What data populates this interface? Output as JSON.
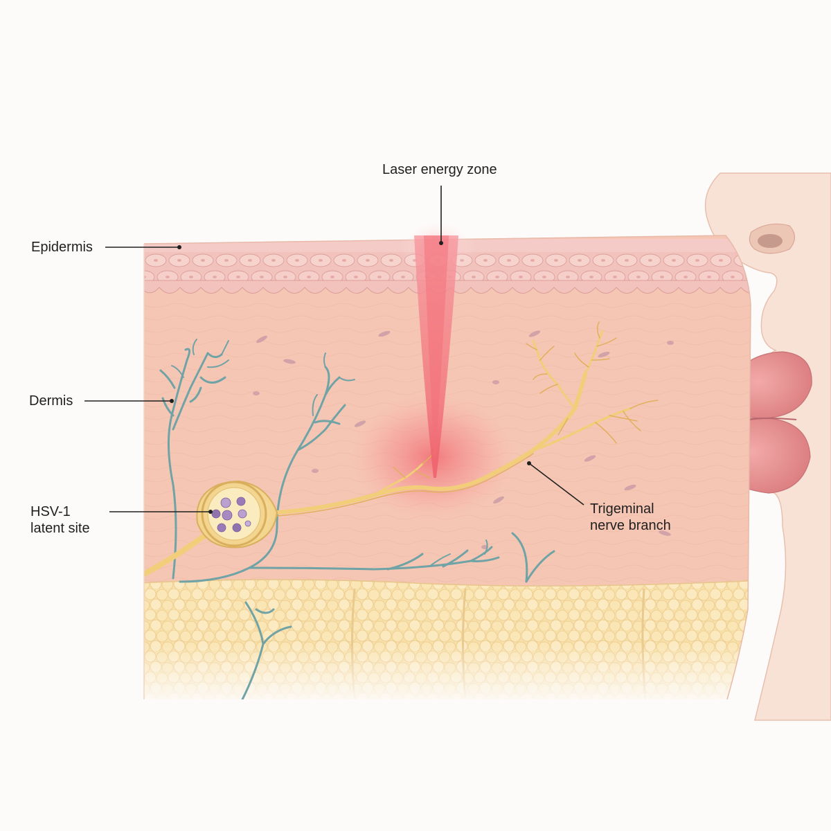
{
  "labels": {
    "laser": "Laser energy zone",
    "epidermis": "Epidermis",
    "dermis": "Dermis",
    "hsv_line1": "HSV-1",
    "hsv_line2": "latent site",
    "trigeminal_line1": "Trigeminal",
    "trigeminal_line2": "nerve branch"
  },
  "colors": {
    "background": "#fdfbfa",
    "epidermis": "#f4c4be",
    "dermis": "#f6c6b4",
    "fat": "#f7dfa6",
    "nerve": "#f2cd7a",
    "vessel": "#6fa3a6",
    "laser": "#f0606a",
    "virus": "#9a7bb8",
    "lips": "#e49394",
    "face": "#f8e2d6"
  }
}
